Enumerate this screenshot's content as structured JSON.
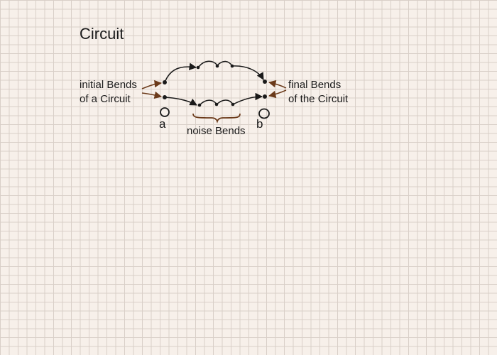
{
  "title": "Circuit",
  "labels": {
    "initial_line1": "initial Bends",
    "initial_line2": "of a Circuit",
    "final_line1": "final Bends",
    "final_line2": "of the Circuit",
    "noise": "noise Bends",
    "node_a": "a",
    "node_b": "b"
  },
  "colors": {
    "ink": "#1a1a1a",
    "pointer": "#6b3a1a",
    "grid": "#d9cfc8",
    "paper": "#f7f0ea"
  }
}
